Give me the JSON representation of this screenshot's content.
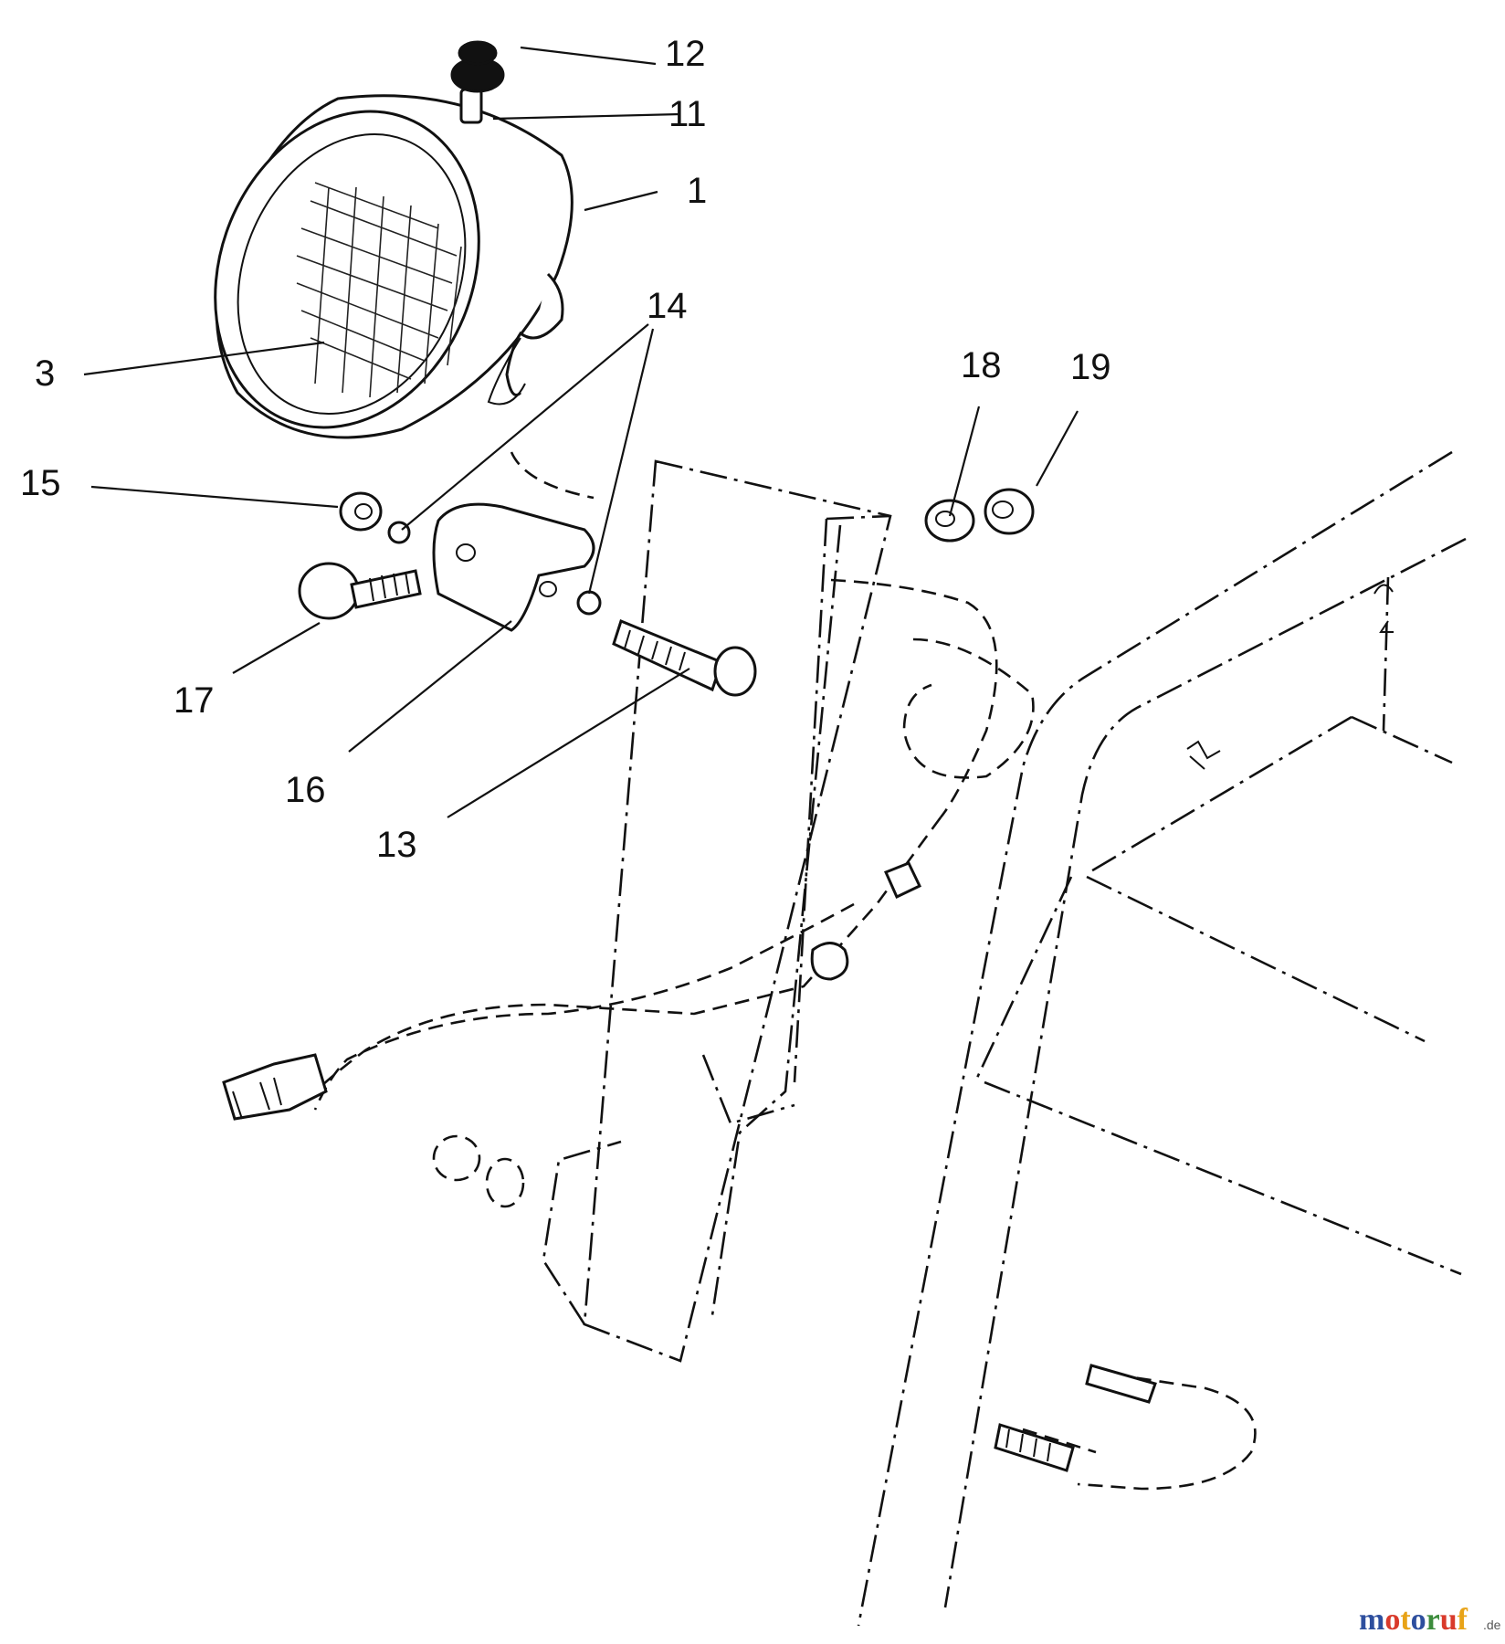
{
  "diagram": {
    "callouts": [
      {
        "label": "12"
      },
      {
        "label": "11"
      },
      {
        "label": "1"
      },
      {
        "label": "14"
      },
      {
        "label": "3"
      },
      {
        "label": "18"
      },
      {
        "label": "19"
      },
      {
        "label": "15"
      },
      {
        "label": "17"
      },
      {
        "label": "16"
      },
      {
        "label": "13"
      }
    ]
  },
  "watermark": {
    "brand": "motoruf",
    "suffix": ".de",
    "colors": [
      "#2e4f9e",
      "#d93a2b",
      "#e8a317",
      "#2e4f9e",
      "#3c8c3c",
      "#d93a2b",
      "#e8a317"
    ]
  }
}
